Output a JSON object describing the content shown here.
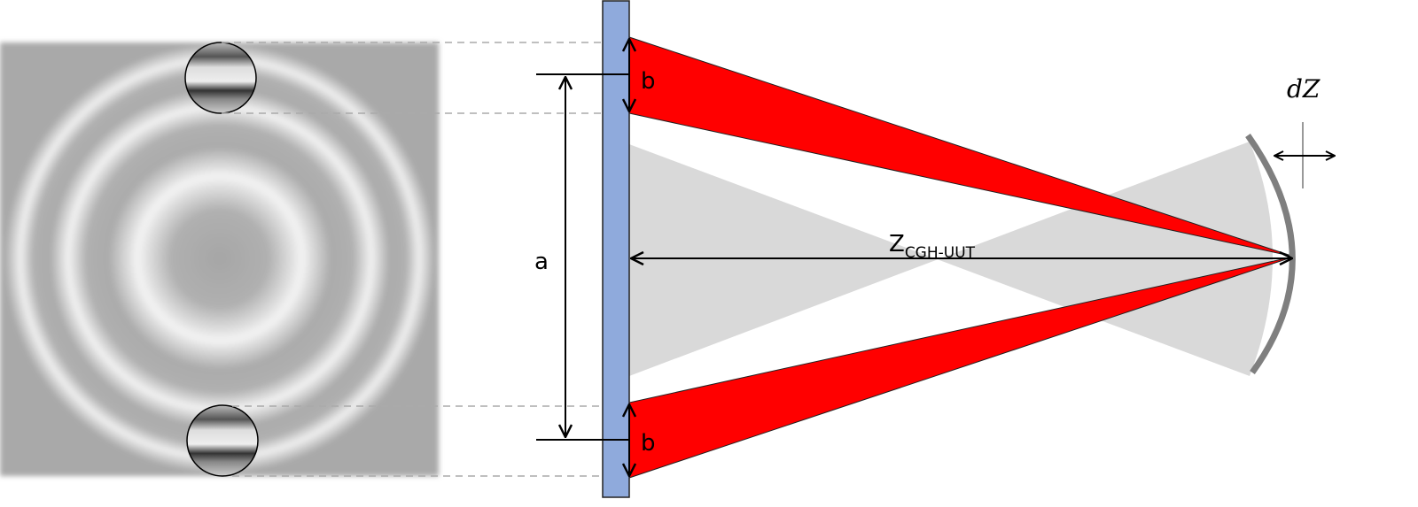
{
  "labels": {
    "a": "a",
    "b_top": "b",
    "b_bottom": "b",
    "z_main": "Z",
    "z_sub": "CGH-UUT",
    "dz": "dZ"
  },
  "colors": {
    "cgh_plate": "#8faadc",
    "beam": "#ff0000",
    "cone": "#d9d9d9",
    "mirror": "#7f7f7f",
    "interferogram_bg": "#a9a9a9"
  }
}
